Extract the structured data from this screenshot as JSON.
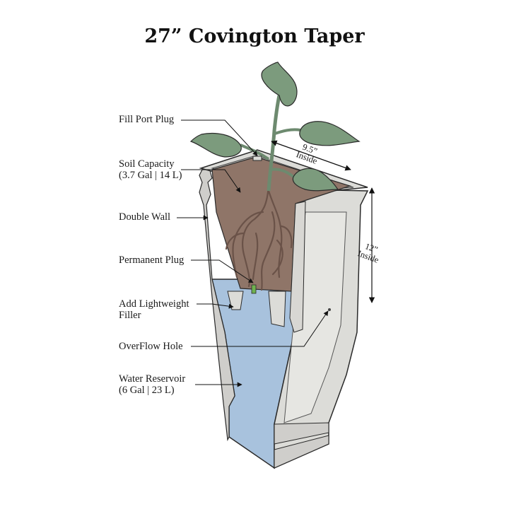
{
  "title": "27” Covington Taper",
  "labels": {
    "fill_port_plug": "Fill Port Plug",
    "soil_capacity": "Soil Capacity",
    "soil_capacity_value": "(3.7 Gal | 14 L)",
    "double_wall": "Double Wall",
    "permanent_plug": "Permanent Plug",
    "add_lightweight": "Add Lightweight",
    "filler": "Filler",
    "overflow_hole": "OverFlow Hole",
    "water_reservoir": "Water Reservoir",
    "water_reservoir_value": "(6 Gal | 23 L)"
  },
  "dimensions": {
    "width_value": "9.5”",
    "width_label": "Inside",
    "height_value": "12”",
    "height_label": "Inside"
  },
  "colors": {
    "planter_gray": "#dcdcd8",
    "planter_shadow": "#c7c6c1",
    "soil_brown": "#8f7568",
    "water_blue": "#a8c2dd",
    "leaf_green": "#7c9b7d",
    "root_brown": "#7e6458",
    "outline": "#2a2a2a"
  }
}
